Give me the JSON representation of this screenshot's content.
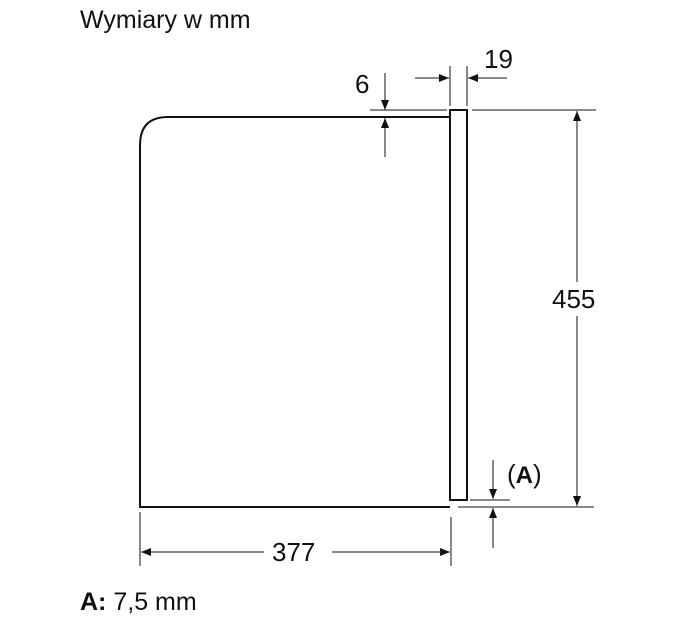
{
  "title": "Wymiary w mm",
  "dimensions": {
    "gap_top": "6",
    "panel_thickness": "19",
    "height": "455",
    "depth": "377",
    "offset_label_open": "(",
    "offset_label_letter": "A",
    "offset_label_close": ")"
  },
  "note": {
    "key": "A:",
    "value": "7,5 mm"
  },
  "colors": {
    "line": "#111111",
    "background": "#ffffff"
  }
}
